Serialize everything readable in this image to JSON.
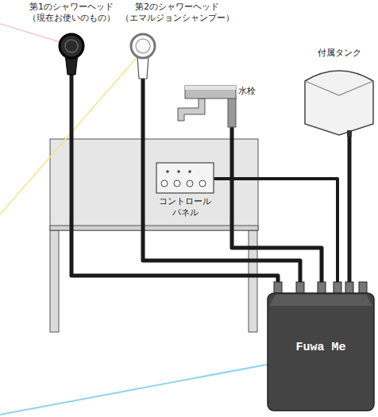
{
  "diagram": {
    "nodes": [
      {
        "text": [
          "第1のシャワーヘッド",
          "（現在お使いのもの）"
        ]
      },
      {
        "text": [
          "第2のシャワーヘッド",
          "（エマルジョンシャンプー）"
        ]
      },
      {
        "text": [
          "水栓"
        ]
      },
      {
        "text": [
          "付属タンク"
        ]
      },
      {
        "text": [
          "コントロール パネル"
        ]
      },
      {
        "text": [
          "Fuwa Me"
        ]
      }
    ],
    "edges": [
      {
        "from": 0,
        "to": 5,
        "arrow": "none"
      },
      {
        "from": 1,
        "to": 5,
        "arrow": "none"
      },
      {
        "from": 2,
        "to": 5,
        "arrow": "none"
      },
      {
        "from": 3,
        "to": 5,
        "arrow": "none"
      },
      {
        "from": 4,
        "to": 5,
        "arrow": "none"
      }
    ]
  }
}
